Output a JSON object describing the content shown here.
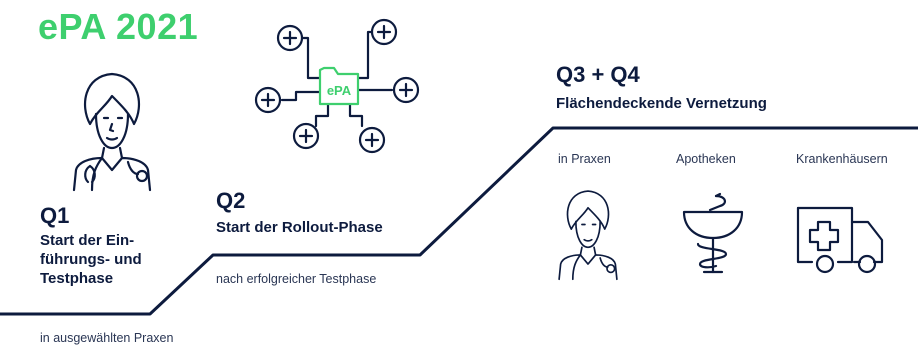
{
  "header": {
    "title": "ePA 2021"
  },
  "network": {
    "center_label": "ePA"
  },
  "phases": [
    {
      "quarter": "Q1",
      "lines": [
        "Start der Ein-",
        "führungs- und",
        "Testphase"
      ],
      "note": "in ausgewählten Praxen"
    },
    {
      "quarter": "Q2",
      "lines": [
        "Start der Rollout-Phase"
      ],
      "note": "nach erfolgreicher Testphase"
    },
    {
      "quarter": "Q3 + Q4",
      "lines": [
        "Flächendeckende Vernetzung"
      ],
      "columns": [
        "in Praxen",
        "Apotheken",
        "Krankenhäusern"
      ]
    }
  ],
  "icons": {
    "q1": "doctor-icon",
    "q2": "network-icon",
    "q3_col1": "doctor-icon",
    "q3_col2": "pharmacy-icon",
    "q3_col3": "ambulance-icon"
  },
  "colors": {
    "accent": "#3ecf6e",
    "navy": "#0d1b3e"
  }
}
